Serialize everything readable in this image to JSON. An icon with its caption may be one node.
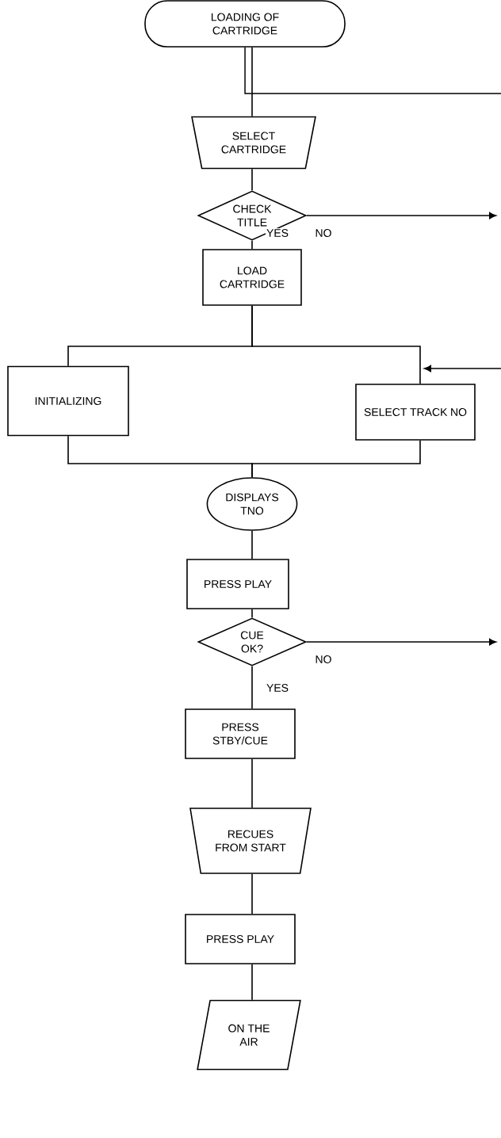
{
  "diagram": {
    "nodes": [
      {
        "text": [
          "LOADING OF CARTRIDGE"
        ]
      },
      {
        "text": [
          "SELECT CARTRIDGE"
        ]
      },
      {
        "text": [
          "CHECK TITLE"
        ]
      },
      {
        "text": [
          "LOAD CARTRIDGE"
        ]
      },
      {
        "text": [
          "INITIALIZING"
        ]
      },
      {
        "text": [
          "SELECT TRACK NO"
        ]
      },
      {
        "text": [
          "DISPLAYS TNO"
        ]
      },
      {
        "text": [
          "PRESS PLAY"
        ]
      },
      {
        "text": [
          "CUE OK?"
        ]
      },
      {
        "text": [
          "PRESS STBY/CUE"
        ]
      },
      {
        "text": [
          "RECUES FROM START"
        ]
      },
      {
        "text": [
          "PRESS PLAY"
        ]
      },
      {
        "text": [
          "ON THE AIR"
        ]
      }
    ],
    "edges": [
      {
        "from": 0,
        "to": 1,
        "arrow": "none"
      },
      {
        "from": 0,
        "to": null,
        "arrow": "none"
      },
      {
        "from": 1,
        "to": 2,
        "arrow": "none"
      },
      {
        "from": 2,
        "to": 3,
        "arrow": "none",
        "label": "YES"
      },
      {
        "from": 2,
        "to": null,
        "arrow": "to",
        "label": "NO"
      },
      {
        "from": 3,
        "to": 4,
        "arrow": "none"
      },
      {
        "from": 3,
        "to": 5,
        "arrow": "none"
      },
      {
        "from": null,
        "to": 5,
        "arrow": "to"
      },
      {
        "from": 4,
        "to": 6,
        "arrow": "none"
      },
      {
        "from": 5,
        "to": 6,
        "arrow": "none"
      },
      {
        "from": 6,
        "to": 7,
        "arrow": "none"
      },
      {
        "from": 7,
        "to": 8,
        "arrow": "none"
      },
      {
        "from": 8,
        "to": 9,
        "arrow": "none",
        "label": "YES"
      },
      {
        "from": 8,
        "to": null,
        "arrow": "to",
        "label": "NO"
      },
      {
        "from": 9,
        "to": 10,
        "arrow": "none"
      },
      {
        "from": 10,
        "to": 11,
        "arrow": "none"
      },
      {
        "from": 11,
        "to": 12,
        "arrow": "none"
      }
    ]
  }
}
